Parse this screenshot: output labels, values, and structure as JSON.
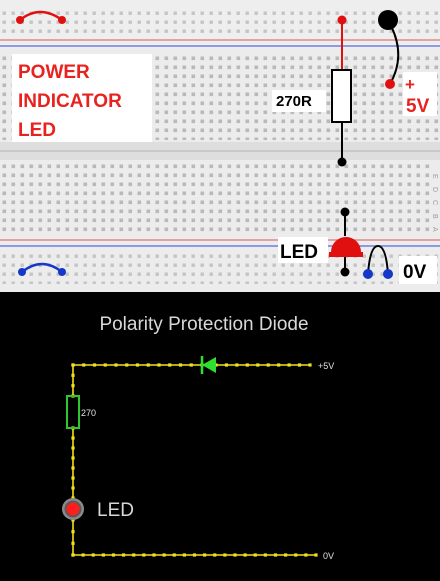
{
  "breadboard": {
    "title_lines": [
      "POWER",
      "INDICATOR",
      "LED"
    ],
    "resistor_label": "270R",
    "led_label": "LED",
    "positive_sign": "+",
    "positive_label": "5V",
    "ground_label": "0V",
    "column_letters": [
      "A",
      "B",
      "C",
      "D",
      "E"
    ]
  },
  "schematic": {
    "title": "Polarity Protection Diode",
    "resistor_value": "270",
    "led_label": "LED",
    "positive_rail": "+5V",
    "ground_rail": "0V"
  },
  "colors": {
    "title_red": "#e8231f",
    "wire_red": "#e01010",
    "wire_blue": "#1538c8",
    "trace": "#f2e21a",
    "component": "#33cc33",
    "background": "#000000"
  }
}
